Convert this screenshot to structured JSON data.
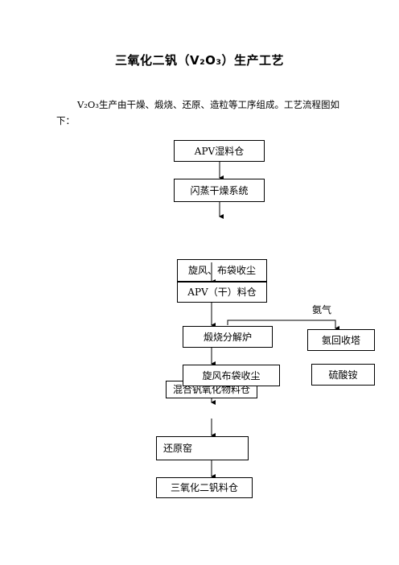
{
  "document": {
    "title": "三氧化二钒（V₂O₃）生产工艺",
    "intro_line1": "V₂O₃生产由干燥、煅烧、还原、造粒等工序组成。工艺流程图如",
    "intro_line2": "下："
  },
  "flowchart": {
    "apv_wet_bin": "APV湿料仓",
    "flash_dryer": "闪蒸干燥系统",
    "cyclone_bag_1": "旋风、布袋收尘",
    "apv_dry_bin": "APV（干）料仓",
    "ammonia_gas": "氨气",
    "calciner": "煅烧分解炉",
    "ammonia_recovery_tower": "氨回收塔",
    "cyclone_bag_2": "旋风布袋收尘",
    "ammonium_sulfate": "硫酸铵",
    "mixed_vanadium_oxide_bin": "混合钒氧化物料仓",
    "reduction_kiln": "还原窑",
    "v2o3_bin": "三氧化二钒料仓"
  }
}
